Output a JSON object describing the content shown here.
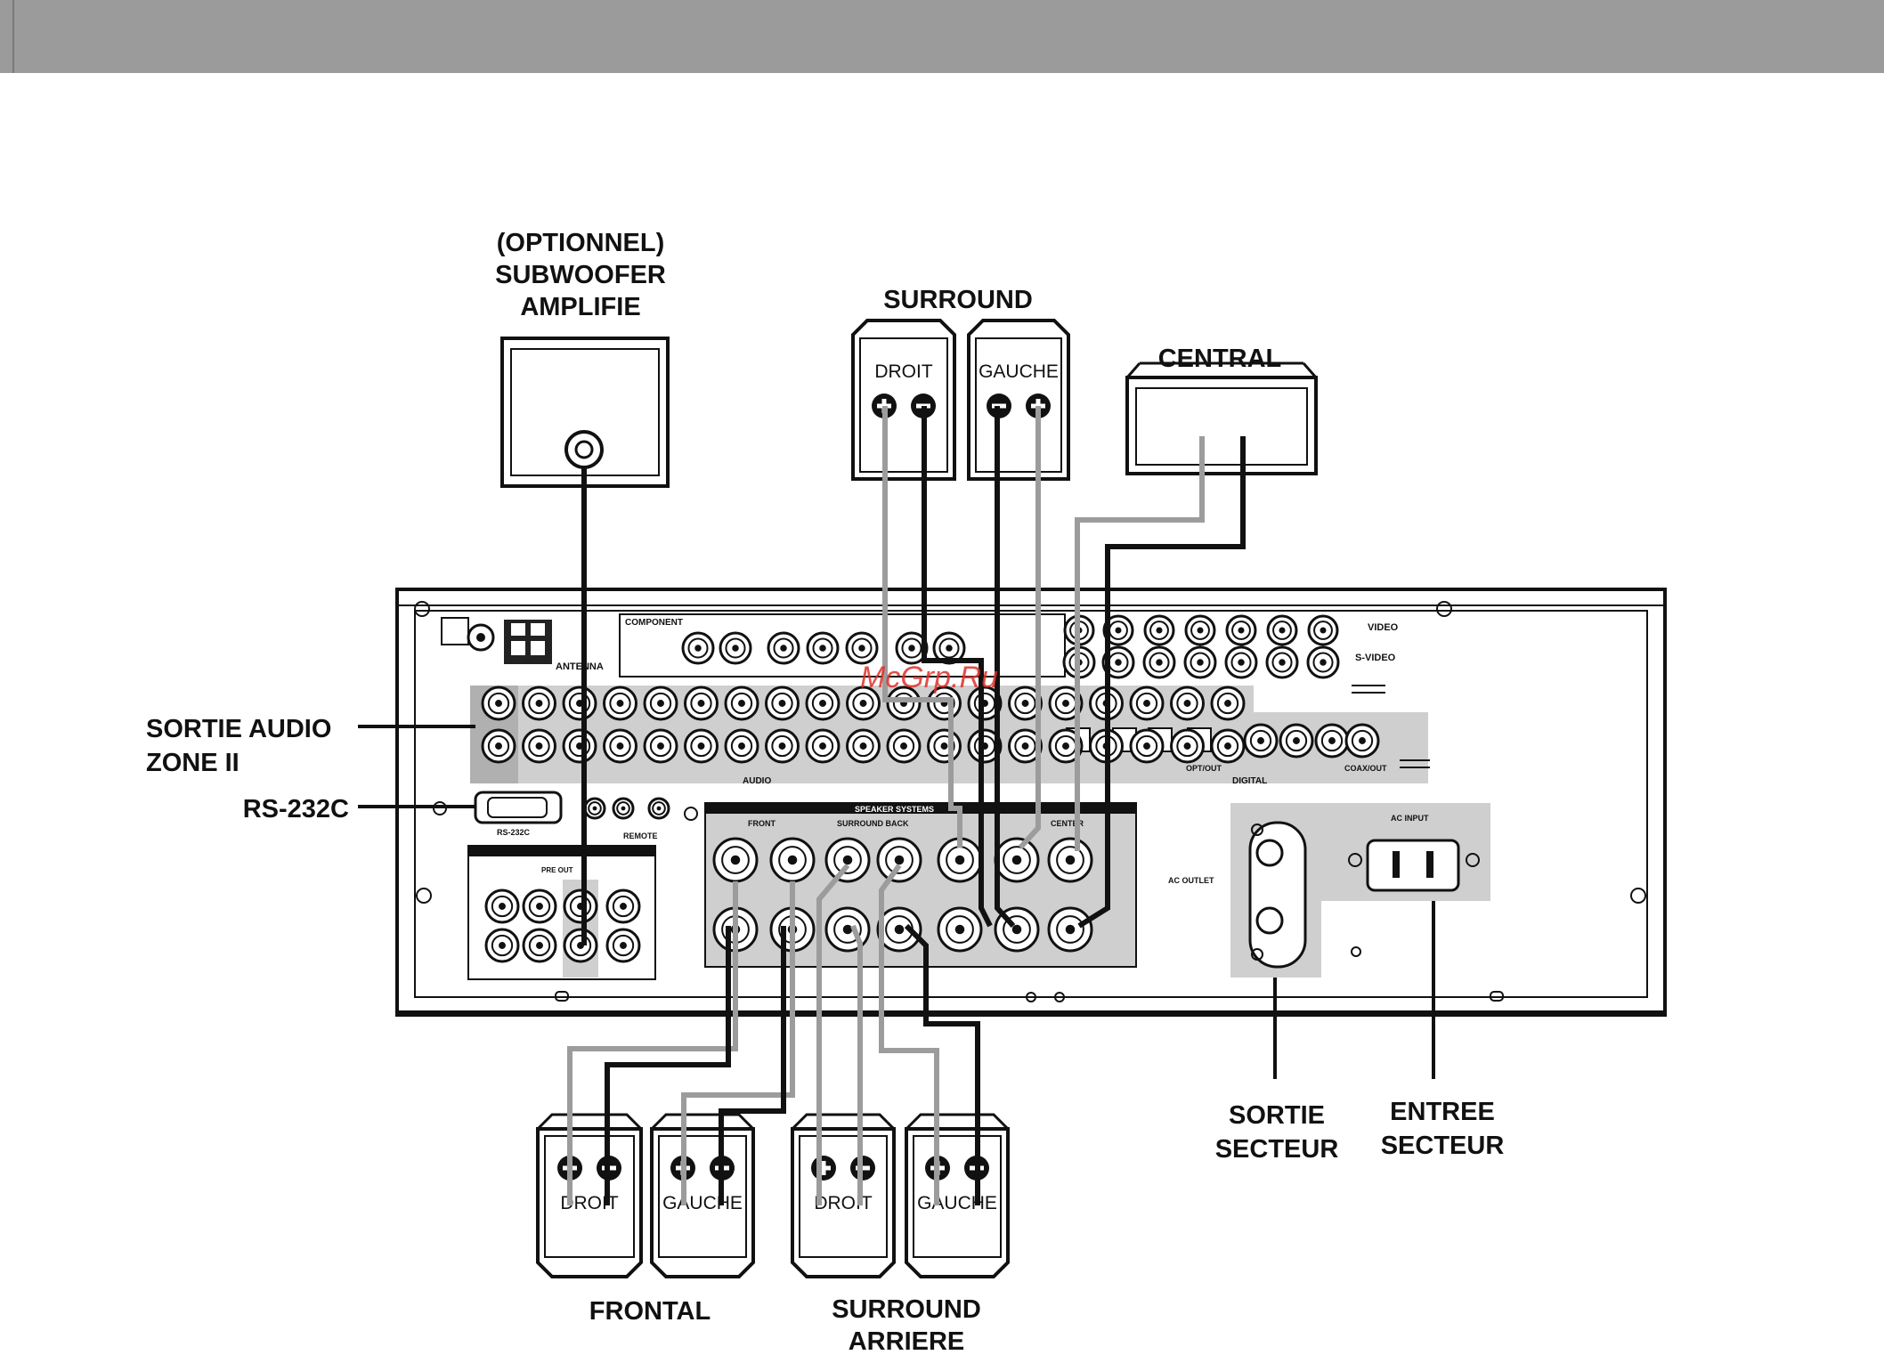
{
  "labels": {
    "sub_line1": "(OPTIONNEL)",
    "sub_line2": "SUBWOOFER",
    "sub_line3": "AMPLIFIE",
    "surround": "SURROUND",
    "central": "CENTRAL",
    "zone_line1": "SORTIE AUDIO",
    "zone_line2": "ZONE II",
    "rs232": "RS-232C",
    "frontal": "FRONTAL",
    "surround_back_line1": "SURROUND",
    "surround_back_line2": "ARRIERE",
    "ac_out_line1": "SORTIE",
    "ac_out_line2": "SECTEUR",
    "ac_in_line1": "ENTREE",
    "ac_in_line2": "SECTEUR"
  },
  "speakers": {
    "surround_right": "DROIT",
    "surround_left": "GAUCHE",
    "front_right": "DROIT",
    "front_left": "GAUCHE",
    "back_right": "DROIT",
    "back_left": "GAUCHE"
  },
  "panel": {
    "component_video": "COMPONENT",
    "video": "VIDEO",
    "s_video": "S-VIDEO",
    "antenna": "ANTENNA",
    "audio": "AUDIO",
    "digital": "DIGITAL",
    "speaker_systems": "SPEAKER SYSTEMS",
    "front": "FRONT",
    "surround_back": "SURROUND BACK",
    "center": "CENTER",
    "ac_input": "AC INPUT",
    "ac_outlet": "AC OUTLET",
    "rs232_download": "RS-232C",
    "remote": "REMOTE",
    "pre_out": "PRE OUT",
    "opt_out": "OPT/OUT",
    "coax_out": "COAX/OUT"
  },
  "watermark": "McGrp.Ru"
}
